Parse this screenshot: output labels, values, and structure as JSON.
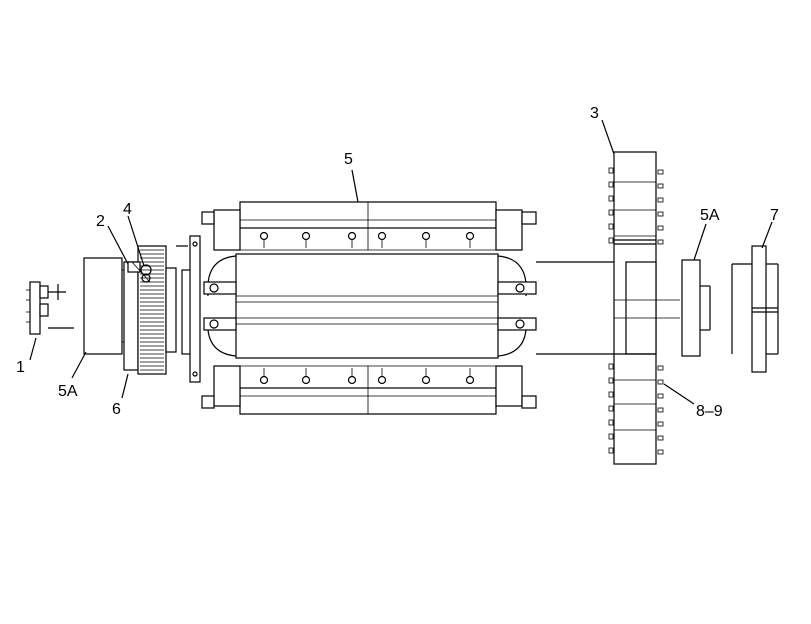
{
  "labels": {
    "part_1": "1",
    "part_2": "2",
    "part_3": "3",
    "part_4": "4",
    "part_5": "5",
    "part_5a_left": "5A",
    "part_5a_right": "5A",
    "part_6": "6",
    "part_7": "7",
    "part_8_9": "8–9"
  },
  "colors": {
    "line": "#000000",
    "background": "#ffffff"
  }
}
